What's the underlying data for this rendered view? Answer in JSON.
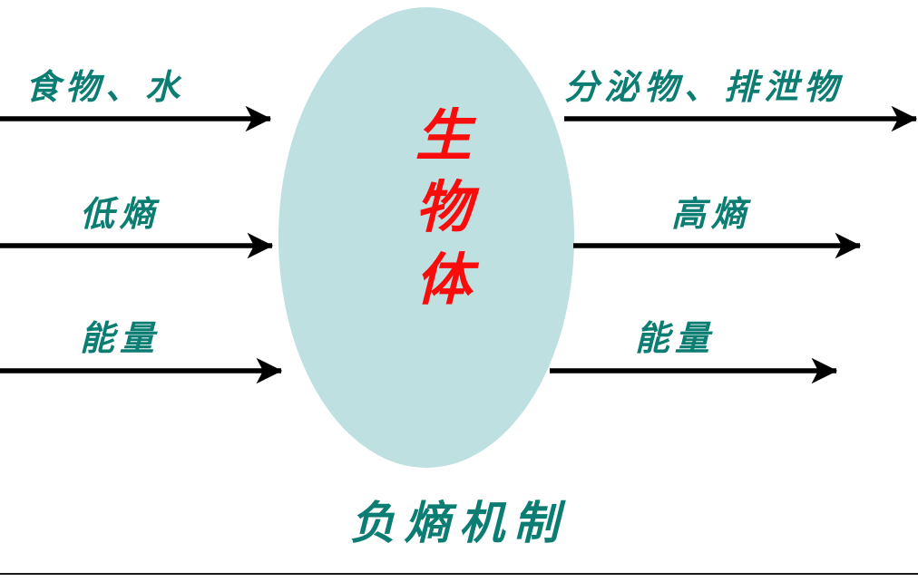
{
  "diagram": {
    "title": "负熵机制",
    "center_shape": {
      "name": "organism-ellipse",
      "fill": "#bfe0e0",
      "text_lines": [
        "生",
        "物",
        "体"
      ],
      "text_color": "#f80c0c"
    },
    "label_color": "#0b7d72",
    "arrow_color": "#000000",
    "inputs": [
      {
        "label": "食物、水",
        "row": 1
      },
      {
        "label": "低熵",
        "row": 2
      },
      {
        "label": "能量",
        "row": 3
      }
    ],
    "outputs": [
      {
        "label": "分泌物、排泄物",
        "row": 1
      },
      {
        "label": "高熵",
        "row": 2
      },
      {
        "label": "能量",
        "row": 3
      }
    ]
  }
}
